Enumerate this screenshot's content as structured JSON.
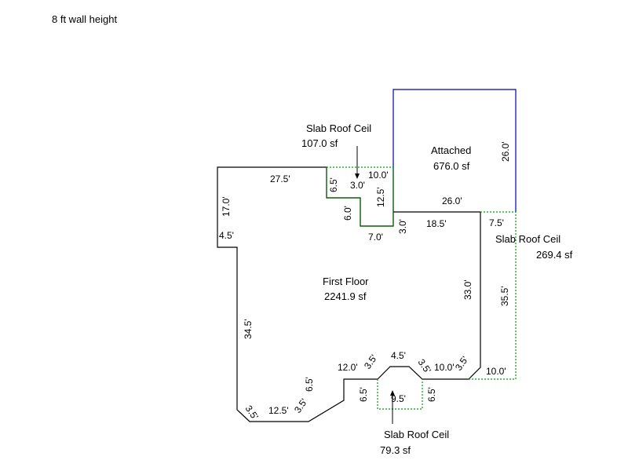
{
  "header": {
    "wall_height": "8 ft wall height"
  },
  "colors": {
    "walls": "#000000",
    "first_floor_outline": "#006400",
    "attached_outline": "#0000b0",
    "slab_dotted": "#00a000",
    "text": "#000000",
    "background": "#ffffff"
  },
  "areas": {
    "attached": {
      "name": "Attached",
      "area": "676.0 sf"
    },
    "first_floor": {
      "name": "First Floor",
      "area": "2241.9 sf"
    },
    "slab_top": {
      "name": "Slab Roof Ceil",
      "area": "107.0 sf"
    },
    "slab_right": {
      "name": "Slab Roof Ceil",
      "area": "269.4 sf"
    },
    "slab_bottom": {
      "name": "Slab Roof Ceil",
      "area": "79.3 sf"
    }
  },
  "dimensions": {
    "top_27_5": "27.5'",
    "left_17_0": "17.0'",
    "left_4_5": "4.5'",
    "left_34_5": "34.5'",
    "bl_3_5_a": "3.5'",
    "bottom_12_5": "12.5'",
    "bl_3_5_b": "3.5'",
    "bottom_6_5_left": "6.5'",
    "bottom_12_0": "12.0'",
    "bay_3_5_left": "3.5'",
    "bay_4_5": "4.5'",
    "bay_3_5_right": "3.5'",
    "bay_6_5_left": "6.5'",
    "bay_9_5": "9.5'",
    "bay_6_5_right": "6.5'",
    "bottom_10_0": "10.0'",
    "br_3_5": "3.5'",
    "right_33_0": "33.0'",
    "right_18_5": "18.5'",
    "notch_6_5": "6.5'",
    "notch_3_0": "3.0'",
    "notch_6_0": "6.0'",
    "notch_7_0": "7.0'",
    "notch_10_0": "10.0'",
    "notch_12_5": "12.5'",
    "notch_3_0_vertical": "3.0'",
    "attached_26_0_right": "26.0'",
    "attached_26_0_bottom": "26.0'",
    "slab_right_7_5": "7.5'",
    "slab_right_35_5": "35.5'",
    "slab_right_10_0": "10.0'"
  }
}
